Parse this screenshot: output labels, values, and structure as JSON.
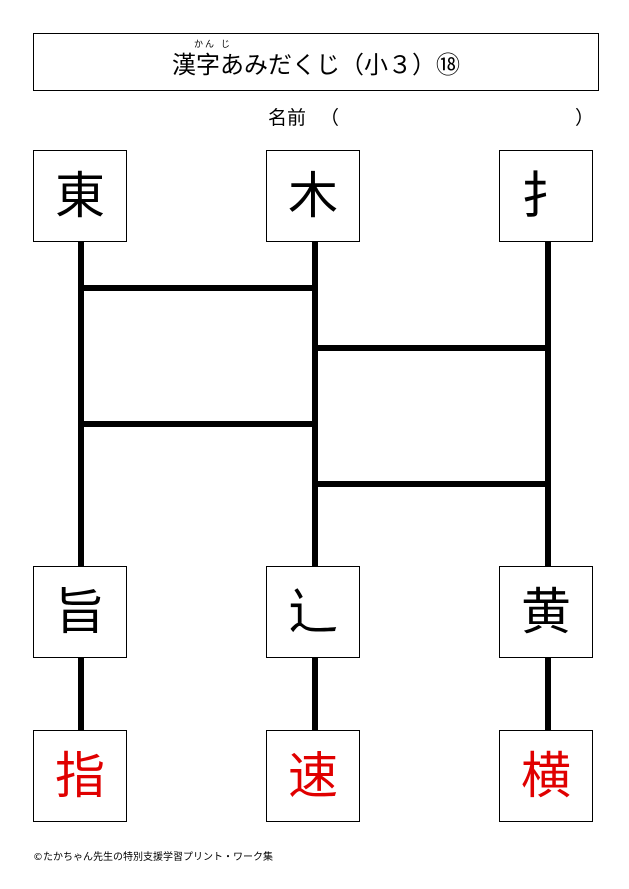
{
  "title": {
    "ruby": "かん じ",
    "text": "漢字あみだくじ（小３）⑱"
  },
  "name_field": {
    "label": "名前",
    "open": "（",
    "close": "）"
  },
  "top_row": [
    "東",
    "木",
    "扌"
  ],
  "middle_row": [
    "旨",
    "辶",
    "黄"
  ],
  "answer_row": [
    "指",
    "速",
    "横"
  ],
  "colors": {
    "answer": "#e00000",
    "line": "#000000"
  },
  "footer": "©たかちゃん先生の特別支援学習プリント・ワーク集"
}
